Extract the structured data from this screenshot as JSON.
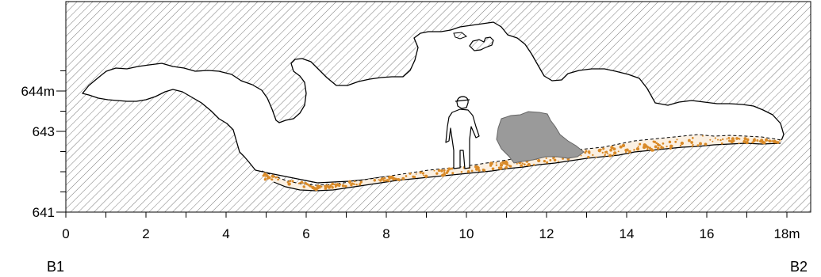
{
  "diagram": {
    "type": "cave-cross-section",
    "section_start_label": "B1",
    "section_end_label": "B2",
    "colors": {
      "rock_hatch": "#7a7a7a",
      "outline": "#000000",
      "sediment_dots": "#d98a28",
      "boulder_fill": "#9a9a9a",
      "background": "#ffffff"
    }
  },
  "axes": {
    "x": {
      "range": [
        0,
        18.8
      ],
      "major_ticks": [
        0,
        2,
        4,
        6,
        8,
        10,
        12,
        14,
        16,
        18
      ],
      "tick_labels": [
        "0",
        "2",
        "4",
        "6",
        "8",
        "10",
        "12",
        "14",
        "16",
        "18m"
      ],
      "minor_step": 1
    },
    "y": {
      "range": [
        641,
        645
      ],
      "tick_labels": [
        {
          "value": 644,
          "label": "644m"
        },
        {
          "value": 643,
          "label": "643"
        },
        {
          "value": 641,
          "label": "641"
        }
      ],
      "minor_ticks": [
        641.5,
        642,
        642.5,
        643.5,
        644.5
      ]
    }
  },
  "figure": {
    "icon": "human-figure-scale-icon"
  }
}
